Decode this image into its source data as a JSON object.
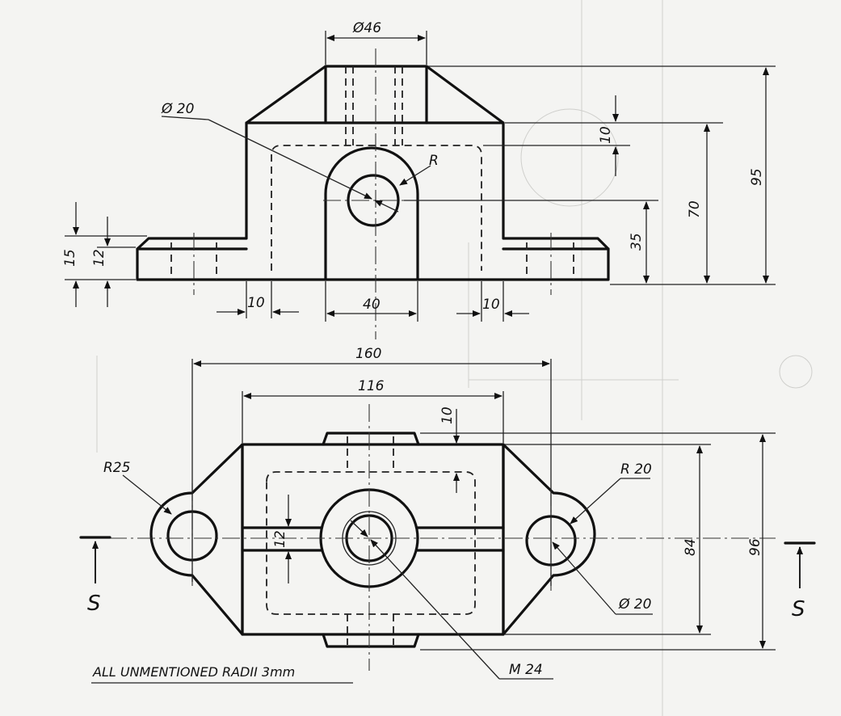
{
  "dimensions": {
    "top_diameter": "Ø46",
    "hole_diameter": "Ø 20",
    "radius_R": "R",
    "height_95": "95",
    "height_70": "70",
    "height_35": "35",
    "height_10_top": "10",
    "flange_15": "15",
    "flange_12": "12",
    "width_10_left": "10",
    "width_40": "40",
    "width_10_right": "10",
    "length_160": "160",
    "length_116": "116",
    "depth_10": "10",
    "radius_25": "R25",
    "radius_20": "R 20",
    "rib_12": "12",
    "width_84": "84",
    "width_96": "96",
    "lug_hole_diameter": "Ø 20",
    "thread": "M 24"
  },
  "section": {
    "left_label": "S",
    "right_label": "S"
  },
  "note": "ALL UNMENTIONED RADII 3mm"
}
